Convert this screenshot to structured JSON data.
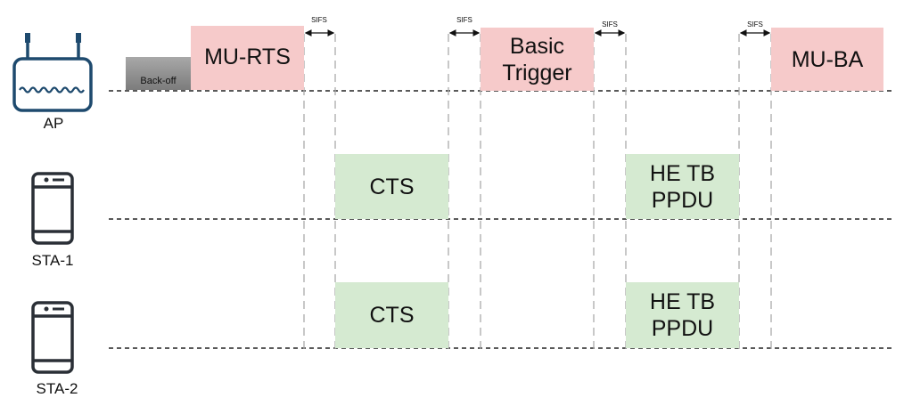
{
  "nodes": {
    "ap": "AP",
    "sta1": "STA-1",
    "sta2": "STA-2"
  },
  "frames": {
    "backoff": "Back-off",
    "mu_rts": "MU-RTS",
    "basic_trigger": "Basic\nTrigger",
    "mu_ba": "MU-BA",
    "cts_sta1": "CTS",
    "cts_sta2": "CTS",
    "he_tb_sta1": "HE TB\nPPDU",
    "he_tb_sta2": "HE TB\nPPDU"
  },
  "sifs": [
    "SIFS",
    "SIFS",
    "SIFS",
    "SIFS"
  ],
  "colors": {
    "ap_frame": "#f6caca",
    "sta_frame": "#d5ead1",
    "icon": "#1e4a6e"
  }
}
